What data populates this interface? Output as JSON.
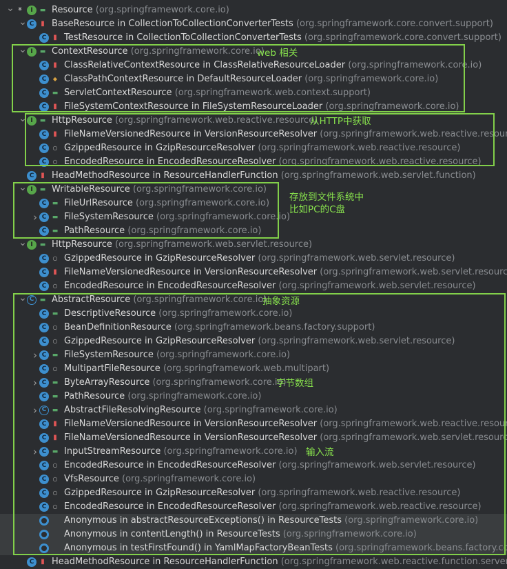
{
  "rows": [
    {
      "depth": 0,
      "arrow": "expanded",
      "star": "*",
      "icon": "interface",
      "mod": "public",
      "name": "Resource",
      "pkg": "(org.springframework.core.io)"
    },
    {
      "depth": 1,
      "arrow": "expanded",
      "icon": "class-anon",
      "mod": "private",
      "name": "BaseResource in CollectionToCollectionConverterTests",
      "pkg": "(org.springframework.core.convert.support)"
    },
    {
      "depth": 2,
      "icon": "class",
      "mod": "private",
      "name": "TestResource in CollectionToCollectionConverterTests",
      "pkg": "(org.springframework.core.convert.support)"
    },
    {
      "depth": 1,
      "arrow": "expanded",
      "icon": "interface",
      "mod": "public",
      "name": "ContextResource",
      "pkg": "(org.springframework.core.io)"
    },
    {
      "depth": 2,
      "icon": "class",
      "mod": "private",
      "name": "ClassRelativeContextResource in ClassRelativeResourceLoader",
      "pkg": "(org.springframework.core.io)"
    },
    {
      "depth": 2,
      "icon": "class",
      "mod": "protected",
      "name": "ClassPathContextResource in DefaultResourceLoader",
      "pkg": "(org.springframework.core.io)"
    },
    {
      "depth": 2,
      "icon": "class",
      "mod": "public",
      "name": "ServletContextResource",
      "pkg": "(org.springframework.web.context.support)"
    },
    {
      "depth": 2,
      "icon": "class",
      "mod": "private",
      "name": "FileSystemContextResource in FileSystemResourceLoader",
      "pkg": "(org.springframework.core.io)"
    },
    {
      "depth": 1,
      "arrow": "expanded",
      "icon": "interface",
      "mod": "public",
      "name": "HttpResource",
      "pkg": "(org.springframework.web.reactive.resource)"
    },
    {
      "depth": 2,
      "icon": "class",
      "mod": "private",
      "name": "FileNameVersionedResource in VersionResourceResolver",
      "pkg": "(org.springframework.web.reactive.resource)"
    },
    {
      "depth": 2,
      "icon": "class",
      "mod": "package",
      "name": "GzippedResource in GzipResourceResolver",
      "pkg": "(org.springframework.web.reactive.resource)"
    },
    {
      "depth": 2,
      "icon": "class",
      "mod": "package",
      "name": "EncodedResource in EncodedResourceResolver",
      "pkg": "(org.springframework.web.reactive.resource)"
    },
    {
      "depth": 1,
      "icon": "class-anon",
      "mod": "private",
      "name": "HeadMethodResource in ResourceHandlerFunction",
      "pkg": "(org.springframework.web.servlet.function)"
    },
    {
      "depth": 1,
      "arrow": "expanded",
      "icon": "interface",
      "mod": "public",
      "name": "WritableResource",
      "pkg": "(org.springframework.core.io)"
    },
    {
      "depth": 2,
      "icon": "class",
      "mod": "public",
      "name": "FileUrlResource",
      "pkg": "(org.springframework.core.io)"
    },
    {
      "depth": 2,
      "arrow": "collapsed",
      "icon": "class",
      "mod": "public",
      "name": "FileSystemResource",
      "pkg": "(org.springframework.core.io)"
    },
    {
      "depth": 2,
      "icon": "class",
      "mod": "public",
      "name": "PathResource",
      "pkg": "(org.springframework.core.io)"
    },
    {
      "depth": 1,
      "arrow": "expanded",
      "icon": "interface",
      "mod": "public",
      "name": "HttpResource",
      "pkg": "(org.springframework.web.servlet.resource)"
    },
    {
      "depth": 2,
      "icon": "class",
      "mod": "package",
      "name": "GzippedResource in GzipResourceResolver",
      "pkg": "(org.springframework.web.servlet.resource)"
    },
    {
      "depth": 2,
      "icon": "class",
      "mod": "private",
      "name": "FileNameVersionedResource in VersionResourceResolver",
      "pkg": "(org.springframework.web.servlet.resource)"
    },
    {
      "depth": 2,
      "icon": "class",
      "mod": "package",
      "name": "EncodedResource in EncodedResourceResolver",
      "pkg": "(org.springframework.web.servlet.resource)"
    },
    {
      "depth": 1,
      "arrow": "expanded",
      "icon": "abstract",
      "mod": "public",
      "name": "AbstractResource",
      "pkg": "(org.springframework.core.io)"
    },
    {
      "depth": 2,
      "icon": "class",
      "mod": "public",
      "name": "DescriptiveResource",
      "pkg": "(org.springframework.core.io)"
    },
    {
      "depth": 2,
      "icon": "class",
      "mod": "package",
      "name": "BeanDefinitionResource",
      "pkg": "(org.springframework.beans.factory.support)"
    },
    {
      "depth": 2,
      "icon": "class",
      "mod": "package",
      "name": "GzippedResource in GzipResourceResolver",
      "pkg": "(org.springframework.web.servlet.resource)"
    },
    {
      "depth": 2,
      "arrow": "collapsed",
      "icon": "class",
      "mod": "public",
      "name": "FileSystemResource",
      "pkg": "(org.springframework.core.io)"
    },
    {
      "depth": 2,
      "icon": "class",
      "mod": "package",
      "name": "MultipartFileResource",
      "pkg": "(org.springframework.web.multipart)"
    },
    {
      "depth": 2,
      "arrow": "collapsed",
      "icon": "class",
      "mod": "public",
      "name": "ByteArrayResource",
      "pkg": "(org.springframework.core.io)"
    },
    {
      "depth": 2,
      "icon": "class",
      "mod": "public",
      "name": "PathResource",
      "pkg": "(org.springframework.core.io)"
    },
    {
      "depth": 2,
      "arrow": "collapsed",
      "icon": "abstract",
      "mod": "public",
      "name": "AbstractFileResolvingResource",
      "pkg": "(org.springframework.core.io)"
    },
    {
      "depth": 2,
      "icon": "class",
      "mod": "private",
      "name": "FileNameVersionedResource in VersionResourceResolver",
      "pkg": "(org.springframework.web.reactive.resource)"
    },
    {
      "depth": 2,
      "icon": "class",
      "mod": "private",
      "name": "FileNameVersionedResource in VersionResourceResolver",
      "pkg": "(org.springframework.web.servlet.resource)"
    },
    {
      "depth": 2,
      "arrow": "collapsed",
      "icon": "class",
      "mod": "public",
      "name": "InputStreamResource",
      "pkg": "(org.springframework.core.io)"
    },
    {
      "depth": 2,
      "icon": "class",
      "mod": "package",
      "name": "EncodedResource in EncodedResourceResolver",
      "pkg": "(org.springframework.web.servlet.resource)"
    },
    {
      "depth": 2,
      "icon": "class",
      "mod": "package",
      "name": "VfsResource",
      "pkg": "(org.springframework.core.io)"
    },
    {
      "depth": 2,
      "icon": "class",
      "mod": "package",
      "name": "GzippedResource in GzipResourceResolver",
      "pkg": "(org.springframework.web.reactive.resource)"
    },
    {
      "depth": 2,
      "icon": "class",
      "mod": "package",
      "name": "EncodedResource in EncodedResourceResolver",
      "pkg": "(org.springframework.web.reactive.resource)"
    },
    {
      "depth": 2,
      "icon": "anonymous",
      "name": "Anonymous in abstractResourceExceptions() in ResourceTests",
      "pkg": "(org.springframework.core.io)",
      "highlight": true
    },
    {
      "depth": 2,
      "icon": "anonymous",
      "name": "Anonymous in contentLength() in ResourceTests",
      "pkg": "(org.springframework.core.io)",
      "highlight": true
    },
    {
      "depth": 2,
      "icon": "anonymous",
      "name": "Anonymous in testFirstFound() in YamlMapFactoryBeanTests",
      "pkg": "(org.springframework.beans.factory.config)",
      "highlight": true
    },
    {
      "depth": 1,
      "icon": "class-anon",
      "mod": "private",
      "name": "HeadMethodResource in ResourceHandlerFunction",
      "pkg": "(org.springframework.web.reactive.function.server)"
    }
  ],
  "annotations": {
    "web": "web 相关",
    "http": "从HTTP中获取",
    "fs_line1": "存放到文件系统中",
    "fs_line2": "比如PC的C盘",
    "abstract": "抽象资源",
    "bytes": "字节数组",
    "stream": "输入流"
  },
  "colors": {
    "background": "#2b2d30",
    "highlight": "#3a3d3f",
    "annotation": "#88e24d",
    "interface_icon": "#57a64a",
    "class_icon": "#3d8fce",
    "package_text": "#8a8d91"
  },
  "icons": {
    "expanded": "chevron-down-icon",
    "collapsed": "chevron-right-icon",
    "interface": "interface-icon",
    "class": "class-icon",
    "abstract": "abstract-class-icon",
    "anonymous": "anonymous-class-icon"
  }
}
